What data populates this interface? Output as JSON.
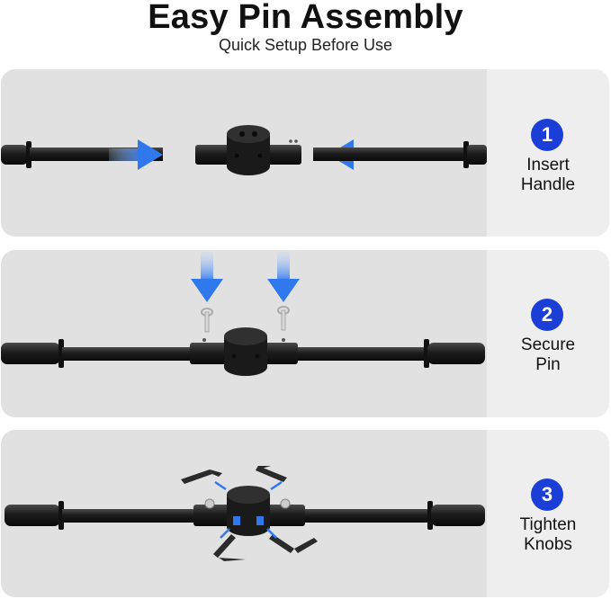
{
  "header": {
    "title": "Easy Pin Assembly",
    "subtitle": "Quick Setup Before Use"
  },
  "steps": [
    {
      "number": "1",
      "line1": "Insert",
      "line2": "Handle"
    },
    {
      "number": "2",
      "line1": "Secure",
      "line2": "Pin"
    },
    {
      "number": "3",
      "line1": "Tighten",
      "line2": "Knobs"
    }
  ],
  "colors": {
    "badge": "#1b3fd6",
    "arrow": "#3d82f0",
    "panel": "#e4e4e4",
    "bar": "#1a1a1a"
  }
}
